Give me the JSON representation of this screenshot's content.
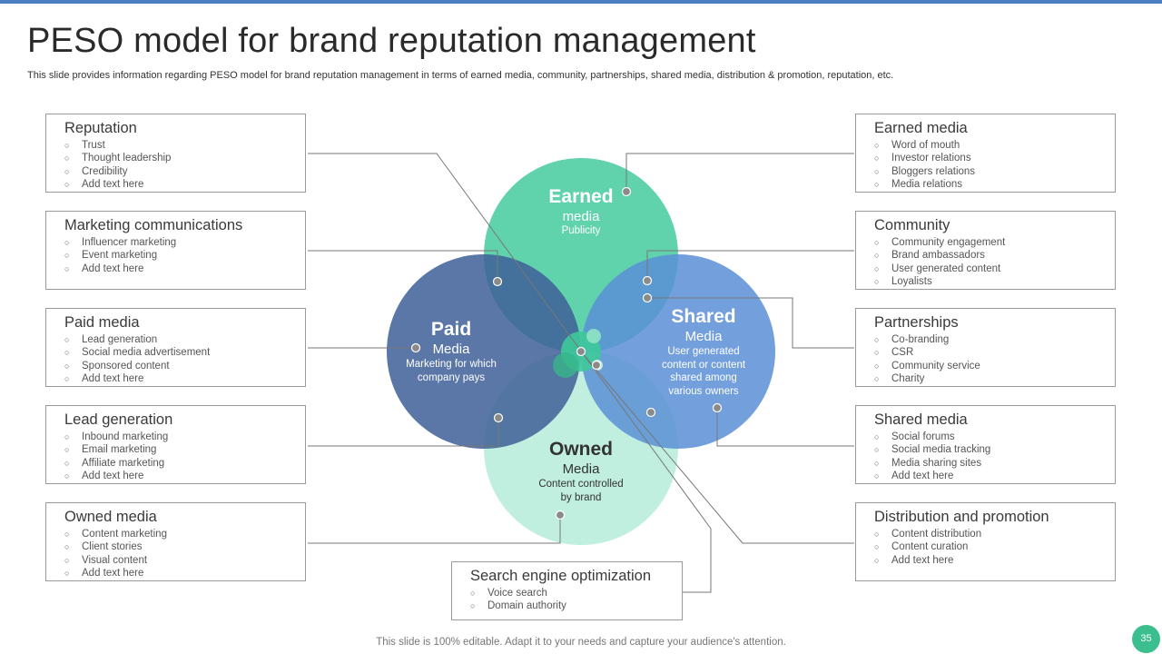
{
  "title": "PESO model for brand reputation management",
  "subtitle": "This slide provides information regarding PESO model for brand reputation management in terms of earned media, community, partnerships, shared media, distribution & promotion, reputation, etc.",
  "footer": "This slide is 100% editable. Adapt it to your needs and capture your audience's attention.",
  "page_number": "35",
  "colors": {
    "earned": "#3ec99a",
    "paid": "#3e5f98",
    "shared": "#5b8fd6",
    "owned": "#b6ecd9",
    "accent_bar": "#4a7fc1",
    "page_badge": "#3bbf8e"
  },
  "bullet_glyph": "○",
  "circles": {
    "earned": {
      "title": "Earned",
      "line1": "media",
      "line2": "Publicity"
    },
    "paid": {
      "title": "Paid",
      "line1": "Media",
      "line2": "Marketing for which",
      "line3": "company pays"
    },
    "shared": {
      "title": "Shared",
      "line1": "Media",
      "line2": "User generated",
      "line3": "content or content",
      "line4": "shared among",
      "line5": "various owners"
    },
    "owned": {
      "title": "Owned",
      "line1": "Media",
      "line2": "Content controlled",
      "line3": "by brand"
    }
  },
  "left_boxes": [
    {
      "heading": "Reputation",
      "items": [
        "Trust",
        "Thought leadership",
        "Credibility",
        "Add text here"
      ]
    },
    {
      "heading": "Marketing communications",
      "items": [
        "Influencer marketing",
        "Event marketing",
        "Add text here"
      ]
    },
    {
      "heading": "Paid media",
      "items": [
        "Lead generation",
        "Social media advertisement",
        "Sponsored content",
        "Add text here"
      ]
    },
    {
      "heading": "Lead generation",
      "items": [
        "Inbound marketing",
        "Email marketing",
        "Affiliate marketing",
        "Add text here"
      ]
    },
    {
      "heading": "Owned media",
      "items": [
        "Content marketing",
        "Client stories",
        "Visual content",
        "Add text here"
      ]
    }
  ],
  "right_boxes": [
    {
      "heading": "Earned media",
      "items": [
        "Word of mouth",
        "Investor relations",
        "Bloggers relations",
        "Media relations"
      ]
    },
    {
      "heading": "Community",
      "items": [
        "Community engagement",
        "Brand ambassadors",
        "User generated content",
        "Loyalists"
      ]
    },
    {
      "heading": "Partnerships",
      "items": [
        "Co-branding",
        "CSR",
        "Community service",
        "Charity"
      ]
    },
    {
      "heading": "Shared media",
      "items": [
        "Social forums",
        "Social media tracking",
        "Media sharing sites",
        "Add text here"
      ]
    },
    {
      "heading": "Distribution and promotion",
      "items": [
        "Content distribution",
        "Content curation",
        "Add text here"
      ]
    }
  ],
  "bottom_box": {
    "heading": "Search engine optimization",
    "items": [
      "Voice search",
      "Domain authority"
    ]
  }
}
